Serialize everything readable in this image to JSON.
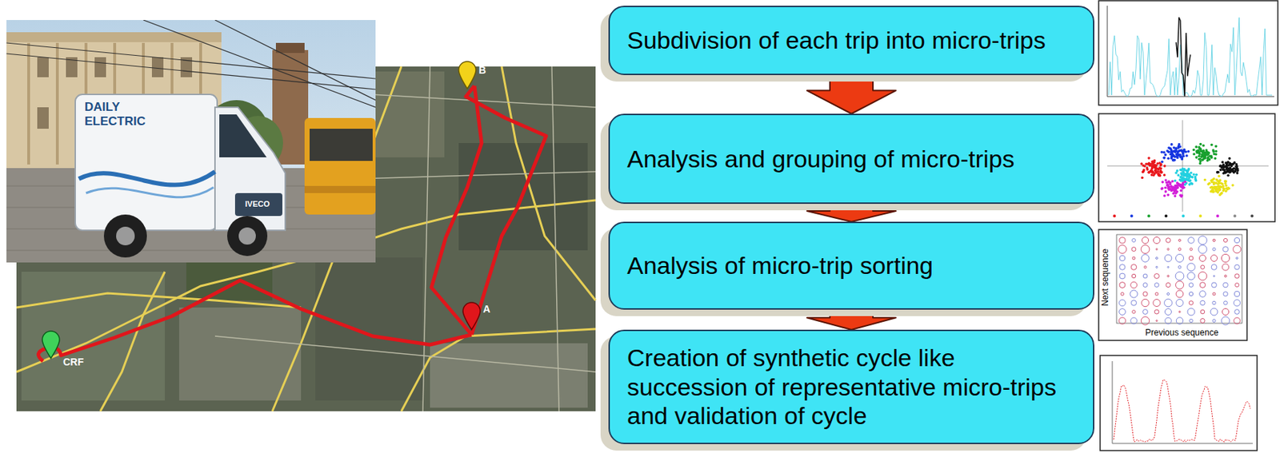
{
  "diagram": {
    "nodes": [
      {
        "text": [
          "Subdivision of each trip into micro-trips"
        ]
      },
      {
        "text": [
          "Analysis and grouping of micro-trips"
        ]
      },
      {
        "text": [
          "Analysis of micro-trip sorting"
        ]
      },
      {
        "text": [
          "Creation of synthetic cycle like succession of representative micro-trips and validation of cycle"
        ]
      }
    ],
    "edges": [
      {
        "from": 0,
        "to": 1,
        "arrow": "to"
      },
      {
        "from": 1,
        "to": 2,
        "arrow": "to"
      },
      {
        "from": 2,
        "to": 3,
        "arrow": "to"
      }
    ],
    "labels": [
      "DAILY ELECTRIC",
      "IVECO",
      "B",
      "A",
      "CRF",
      "Next sequence",
      "Previous sequence"
    ]
  }
}
